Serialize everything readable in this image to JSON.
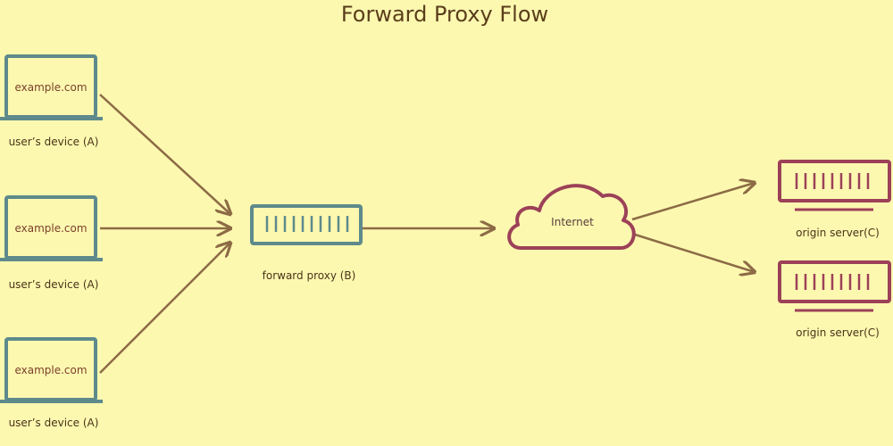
{
  "title": "Forward Proxy Flow",
  "devices": [
    {
      "screen_text": "example.com",
      "label": "user’s device (A)"
    },
    {
      "screen_text": "example.com",
      "label": "user’s device (A)"
    },
    {
      "screen_text": "example.com",
      "label": "user’s device (A)"
    }
  ],
  "proxy": {
    "label": "forward proxy (B)"
  },
  "internet": {
    "label": "Internet"
  },
  "origins": [
    {
      "label": "origin server(C)"
    },
    {
      "label": "origin server(C)"
    }
  ],
  "colors": {
    "background": "#fcf8b0",
    "device": "#5e8a8c",
    "origin": "#9c4158",
    "arrow": "#8c6b45",
    "text": "#4a3418"
  }
}
